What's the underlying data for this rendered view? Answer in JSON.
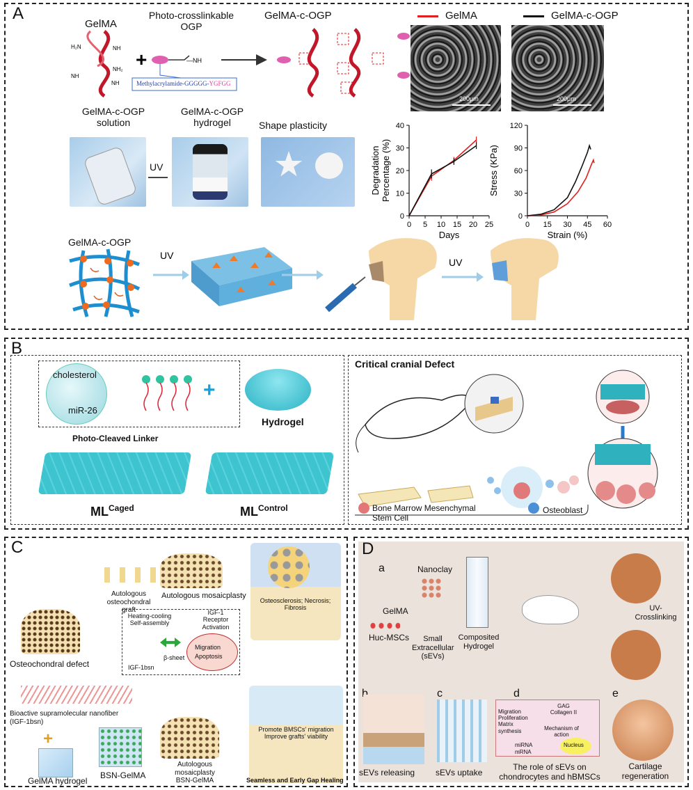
{
  "panels": {
    "a": {
      "label": "A",
      "gelma": "GelMA",
      "ogp_title": "Photo-crosslinkable\nOGP",
      "gelma_c_ogp": "GelMA-c-OGP",
      "linker_text_a": "Methylacrylamide-GGGGG-",
      "linker_text_b": "YGFGG",
      "legend_gelma": "GelMA",
      "legend_gelma_c_ogp": "GelMA-c-OGP",
      "sem_scale_1": "200μm",
      "sem_scale_2": "200μm",
      "solution_label": "GelMA-c-OGP\nsolution",
      "uv_1": "UV",
      "hydrogel_label": "GelMA-c-OGP\nhydrogel",
      "shape_label": "Shape plasticity",
      "network_label": "GelMA-c-OGP",
      "uv_2": "UV",
      "uv_3": "UV"
    },
    "b": {
      "label": "B",
      "cholesterol": "cholesterol",
      "mir": "miR-26",
      "hydrogel": "Hydrogel",
      "linker": "Photo-Cleaved Linker",
      "ml": "ML",
      "caged": "Caged",
      "control": "Control",
      "defect": "Critical cranial Defect",
      "bmsc": "Bone Marrow Mesenchymal\nStem Cell",
      "osteoblast": "Osteoblast"
    },
    "c": {
      "label": "C",
      "graft": "Autologous\nosteochondral\ngraft",
      "mosaic": "Autologous mosaicplasty",
      "defect": "Osteochondral defect",
      "heating": "Heating-cooling\nSelf-assembly",
      "igf_receptor": "IGF-1\nReceptor\nActivation",
      "migration": "Migration",
      "apoptosis": "Apoptosis",
      "igf": "IGF-1bsn",
      "sheet": "β-sheet",
      "necrosis": "Osteosclerosis; Necrosis;\nFibrosis",
      "nanofiber": "Bioactive supramolecular nanofiber\n(IGF-1bsn)",
      "gelma_hydrogel": "GelMA hydrogel",
      "bsn_gelma": "BSN-GelMA",
      "mosaic_bsn": "Autologous mosaicplasty\nBSN-GelMA",
      "promote": "Promote BMSCs' migration\nImprove grafts' viability",
      "seamless": "Seamless and Early Gap Healing"
    },
    "d": {
      "label": "D",
      "a": "a",
      "nanoclay": "Nanoclay",
      "gelma": "GelMA",
      "huc": "Huc-MSCs",
      "small_ev": "Small\nExtracellular\n(sEVs)",
      "composited": "Composited\nHydrogel",
      "uv_cross": "UV-\nCrosslinking",
      "b": "b",
      "c": "c",
      "d": "d",
      "e": "e",
      "gag": "GAG\nCollagen II",
      "mig": "Migration\nProliferation\nMatrix\nsynthesis",
      "mech": "Mechanism of\naction",
      "mirna": "miRNA",
      "mrna": "mRNA",
      "nucleus": "Nucleus",
      "releasing": "sEVs releasing",
      "uptake": "sEVs uptake",
      "role": "The role of sEVs on\nchondrocytes and hBMSCs",
      "cartilage": "Cartilage\nregeneration"
    }
  },
  "chart_data": [
    {
      "type": "line",
      "xlabel": "Days",
      "ylabel": "Degradation\nPercentage (%)",
      "xlim": [
        0,
        25
      ],
      "ylim": [
        0,
        40
      ],
      "xticks": [
        0,
        5,
        10,
        15,
        20,
        25
      ],
      "yticks": [
        0,
        10,
        20,
        30,
        40
      ],
      "series": [
        {
          "name": "GelMA",
          "color": "#e02020",
          "x": [
            0,
            7,
            14,
            21
          ],
          "y": [
            0,
            17.5,
            24.5,
            33.5
          ],
          "err": [
            0,
            2,
            1.5,
            1.5
          ]
        },
        {
          "name": "GelMA-c-OGP",
          "color": "#111111",
          "x": [
            0,
            7,
            14,
            21
          ],
          "y": [
            0,
            18.5,
            24,
            31
          ],
          "err": [
            0,
            2,
            1.5,
            1.5
          ]
        }
      ]
    },
    {
      "type": "line",
      "xlabel": "Strain (%)",
      "ylabel": "Stress (KPa)",
      "xlim": [
        0,
        60
      ],
      "ylim": [
        0,
        120
      ],
      "xticks": [
        0,
        15,
        30,
        45,
        60
      ],
      "yticks": [
        0,
        30,
        60,
        90,
        120
      ],
      "series": [
        {
          "name": "GelMA",
          "color": "#e02020",
          "x": [
            0,
            10,
            20,
            30,
            38,
            44,
            48,
            49.5,
            50
          ],
          "y": [
            0,
            1,
            5,
            16,
            32,
            50,
            68,
            74,
            70
          ]
        },
        {
          "name": "GelMA-c-OGP",
          "color": "#111111",
          "x": [
            0,
            10,
            20,
            30,
            36,
            41,
            45,
            46.5,
            47.5
          ],
          "y": [
            0,
            2,
            8,
            24,
            45,
            66,
            84,
            93,
            88
          ]
        }
      ]
    }
  ]
}
